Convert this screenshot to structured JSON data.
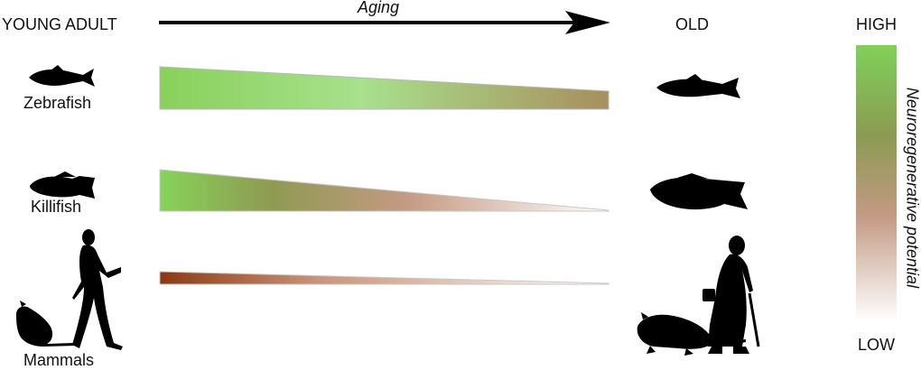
{
  "stage_labels": {
    "young": "YOUNG ADULT",
    "old": "OLD"
  },
  "aging_label": "Aging",
  "scale": {
    "high": "HIGH",
    "low": "LOW",
    "title": "Neuroregenerative potential",
    "colors": [
      "#7fd15a",
      "#8c9a52",
      "#c49a84",
      "#ffffff"
    ]
  },
  "species": [
    {
      "label": "Zebrafish",
      "potential_start": 0.95,
      "potential_end": 0.65
    },
    {
      "label": "Killifish",
      "potential_start": 0.9,
      "potential_end": 0.05
    },
    {
      "label": "Mammals",
      "potential_start": 0.3,
      "potential_end": 0.0
    }
  ]
}
